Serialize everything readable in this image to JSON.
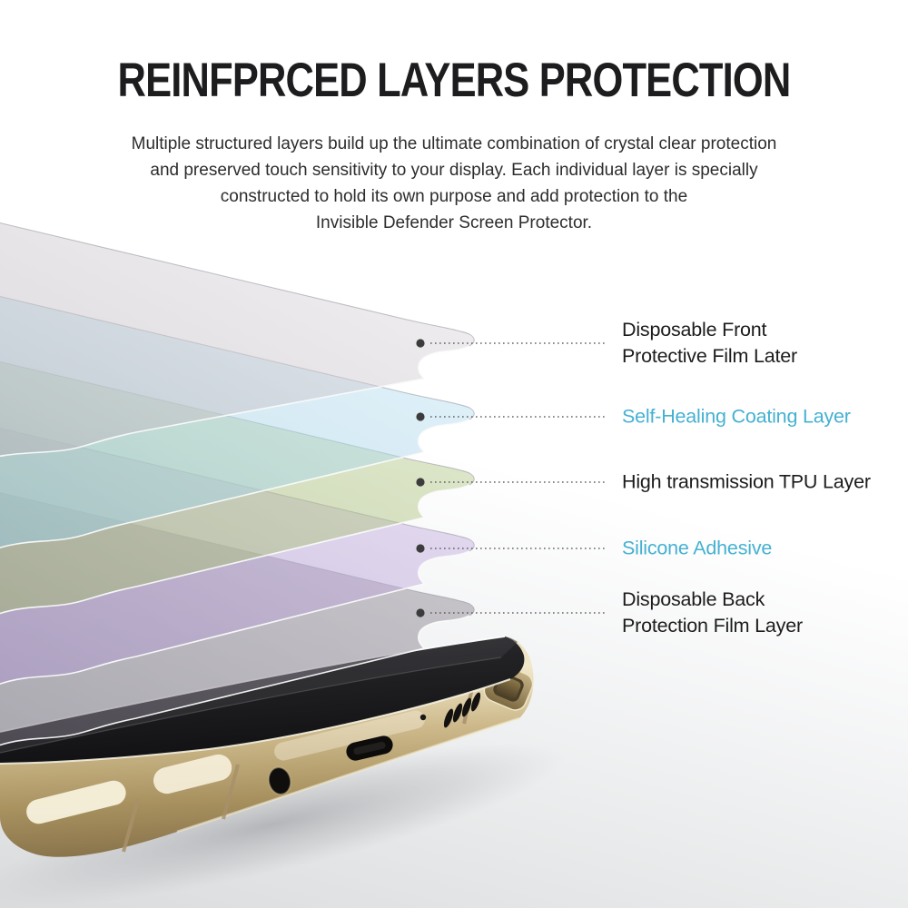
{
  "header": {
    "title": "REINFPRCED LAYERS PROTECTION",
    "subtitle_lines": [
      "Multiple structured layers build up the ultimate combination of crystal clear protection",
      "and preserved touch sensitivity to your display. Each individual layer is specially",
      "constructed to hold its own purpose and add protection to the",
      "Invisible Defender Screen Protector."
    ]
  },
  "diagram": {
    "accent_color": "#45b1d2",
    "text_color": "#1c1c1c",
    "layers": [
      {
        "label_lines": [
          "Disposable Front",
          "Protective Film Later"
        ],
        "sheet_color": "#efedef",
        "label_color": "#1c1c1c"
      },
      {
        "label_lines": [
          "Self-Healing Coating Layer"
        ],
        "sheet_color": "#d8ecf6",
        "label_color": "#45b1d2"
      },
      {
        "label_lines": [
          "High transmission TPU Layer"
        ],
        "sheet_color": "#d5e2c0",
        "label_color": "#1c1c1c"
      },
      {
        "label_lines": [
          "Silicone Adhesive"
        ],
        "sheet_color": "#ddd2ec",
        "label_color": "#45b1d2"
      },
      {
        "label_lines": [
          "Disposable Back",
          "Protection Film Layer"
        ],
        "sheet_color": "#c6c3c8",
        "label_color": "#1c1c1c"
      }
    ]
  }
}
